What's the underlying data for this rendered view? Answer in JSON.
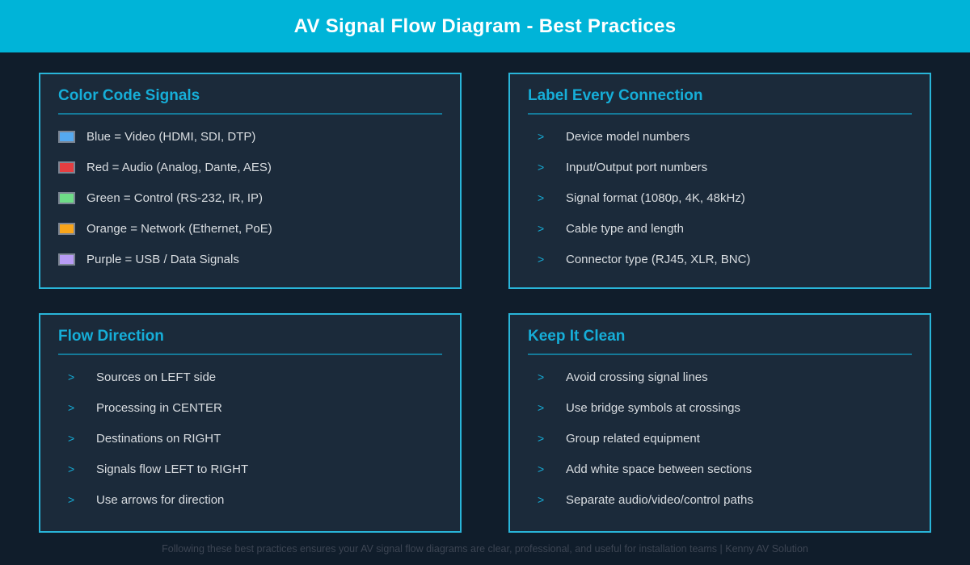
{
  "header": {
    "title": "AV Signal Flow Diagram - Best Practices"
  },
  "bullet_char": ">",
  "colors": {
    "header_bg": "#00b4d8",
    "page_bg": "#101d2b",
    "panel_bg": "#1b2a3a",
    "panel_border": "#29b5d9",
    "title_accent": "#16aed8",
    "swatch_blue": "#55a9f0",
    "swatch_red": "#e53e41",
    "swatch_green": "#6edc87",
    "swatch_orange": "#f9a51a",
    "swatch_purple": "#b89cf5"
  },
  "panels": [
    {
      "title": "Color Code Signals",
      "items": [
        {
          "swatch": "#55a9f0",
          "label": "Blue = Video (HDMI, SDI, DTP)"
        },
        {
          "swatch": "#e53e41",
          "label": "Red = Audio (Analog, Dante, AES)"
        },
        {
          "swatch": "#6edc87",
          "label": "Green = Control (RS-232, IR, IP)"
        },
        {
          "swatch": "#f9a51a",
          "label": "Orange = Network (Ethernet, PoE)"
        },
        {
          "swatch": "#b89cf5",
          "label": "Purple = USB / Data Signals"
        }
      ]
    },
    {
      "title": "Label Every Connection",
      "items": [
        {
          "label": "Device model numbers"
        },
        {
          "label": "Input/Output port numbers"
        },
        {
          "label": "Signal format (1080p, 4K, 48kHz)"
        },
        {
          "label": "Cable type and length"
        },
        {
          "label": "Connector type (RJ45, XLR, BNC)"
        }
      ]
    },
    {
      "title": "Flow Direction",
      "items": [
        {
          "label": "Sources on LEFT side"
        },
        {
          "label": "Processing in CENTER"
        },
        {
          "label": "Destinations on RIGHT"
        },
        {
          "label": "Signals flow LEFT to RIGHT"
        },
        {
          "label": "Use arrows for direction"
        }
      ]
    },
    {
      "title": "Keep It Clean",
      "items": [
        {
          "label": "Avoid crossing signal lines"
        },
        {
          "label": "Use bridge symbols at crossings"
        },
        {
          "label": "Group related equipment"
        },
        {
          "label": "Add white space between sections"
        },
        {
          "label": "Separate audio/video/control paths"
        }
      ]
    }
  ],
  "footer": {
    "text": "Following these best practices ensures your AV signal flow diagrams are clear, professional, and useful for installation teams  |  Kenny AV Solution"
  }
}
